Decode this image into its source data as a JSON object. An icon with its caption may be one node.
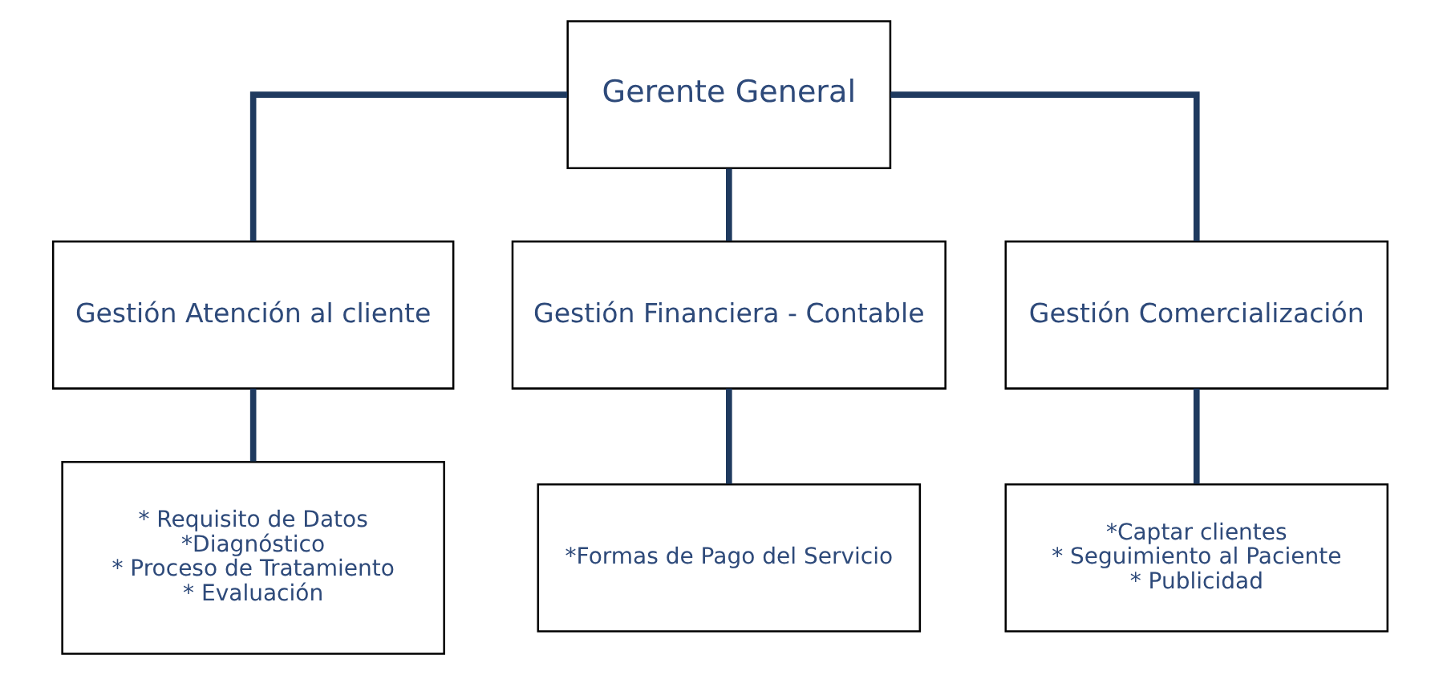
{
  "diagram": {
    "nodes": [
      {
        "text": [
          "Gerente General"
        ]
      },
      {
        "text": [
          "Gestión Atención al cliente"
        ]
      },
      {
        "text": [
          "Gestión Financiera - Contable"
        ]
      },
      {
        "text": [
          "Gestión Comercialización"
        ]
      },
      {
        "text": [
          "* Requisito de Datos",
          "*Diagnóstico",
          "* Proceso de Tratamiento",
          "* Evaluación"
        ]
      },
      {
        "text": [
          "*Formas de Pago del Servicio"
        ]
      },
      {
        "text": [
          "*Captar clientes",
          "* Seguimiento al Paciente",
          "* Publicidad"
        ]
      }
    ],
    "edges": [
      {
        "from": 0,
        "to": 1,
        "arrow": "none"
      },
      {
        "from": 0,
        "to": 2,
        "arrow": "none"
      },
      {
        "from": 0,
        "to": 3,
        "arrow": "none"
      },
      {
        "from": 1,
        "to": 4,
        "arrow": "none"
      },
      {
        "from": 2,
        "to": 5,
        "arrow": "none"
      },
      {
        "from": 3,
        "to": 6,
        "arrow": "none"
      }
    ]
  }
}
